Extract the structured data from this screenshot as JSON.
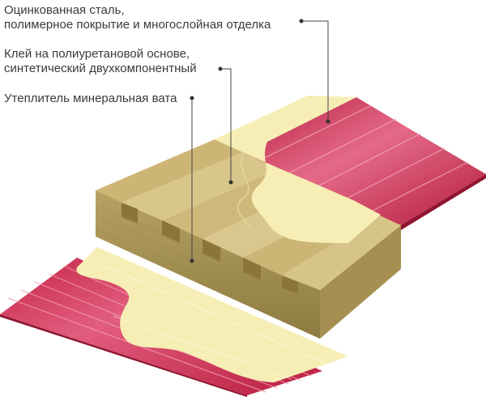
{
  "labels": {
    "steel": {
      "line1": "Оцинкованная сталь,",
      "line2": "полимерное покрытие и многослойная отделка"
    },
    "glue": {
      "line1": "Клей на полиуретановой основе,",
      "line2": "синтетический двухкомпонентный"
    },
    "wool": {
      "line1": "Утеплитель минеральная вата"
    }
  },
  "colors": {
    "steel_red": "#c8274a",
    "steel_red_light": "#e26a86",
    "glue_cream": "#f6eeb4",
    "wool_top": "#d9c48a",
    "wool_side": "#a99656",
    "wool_dark": "#7e6c35",
    "leader": "#444444"
  }
}
